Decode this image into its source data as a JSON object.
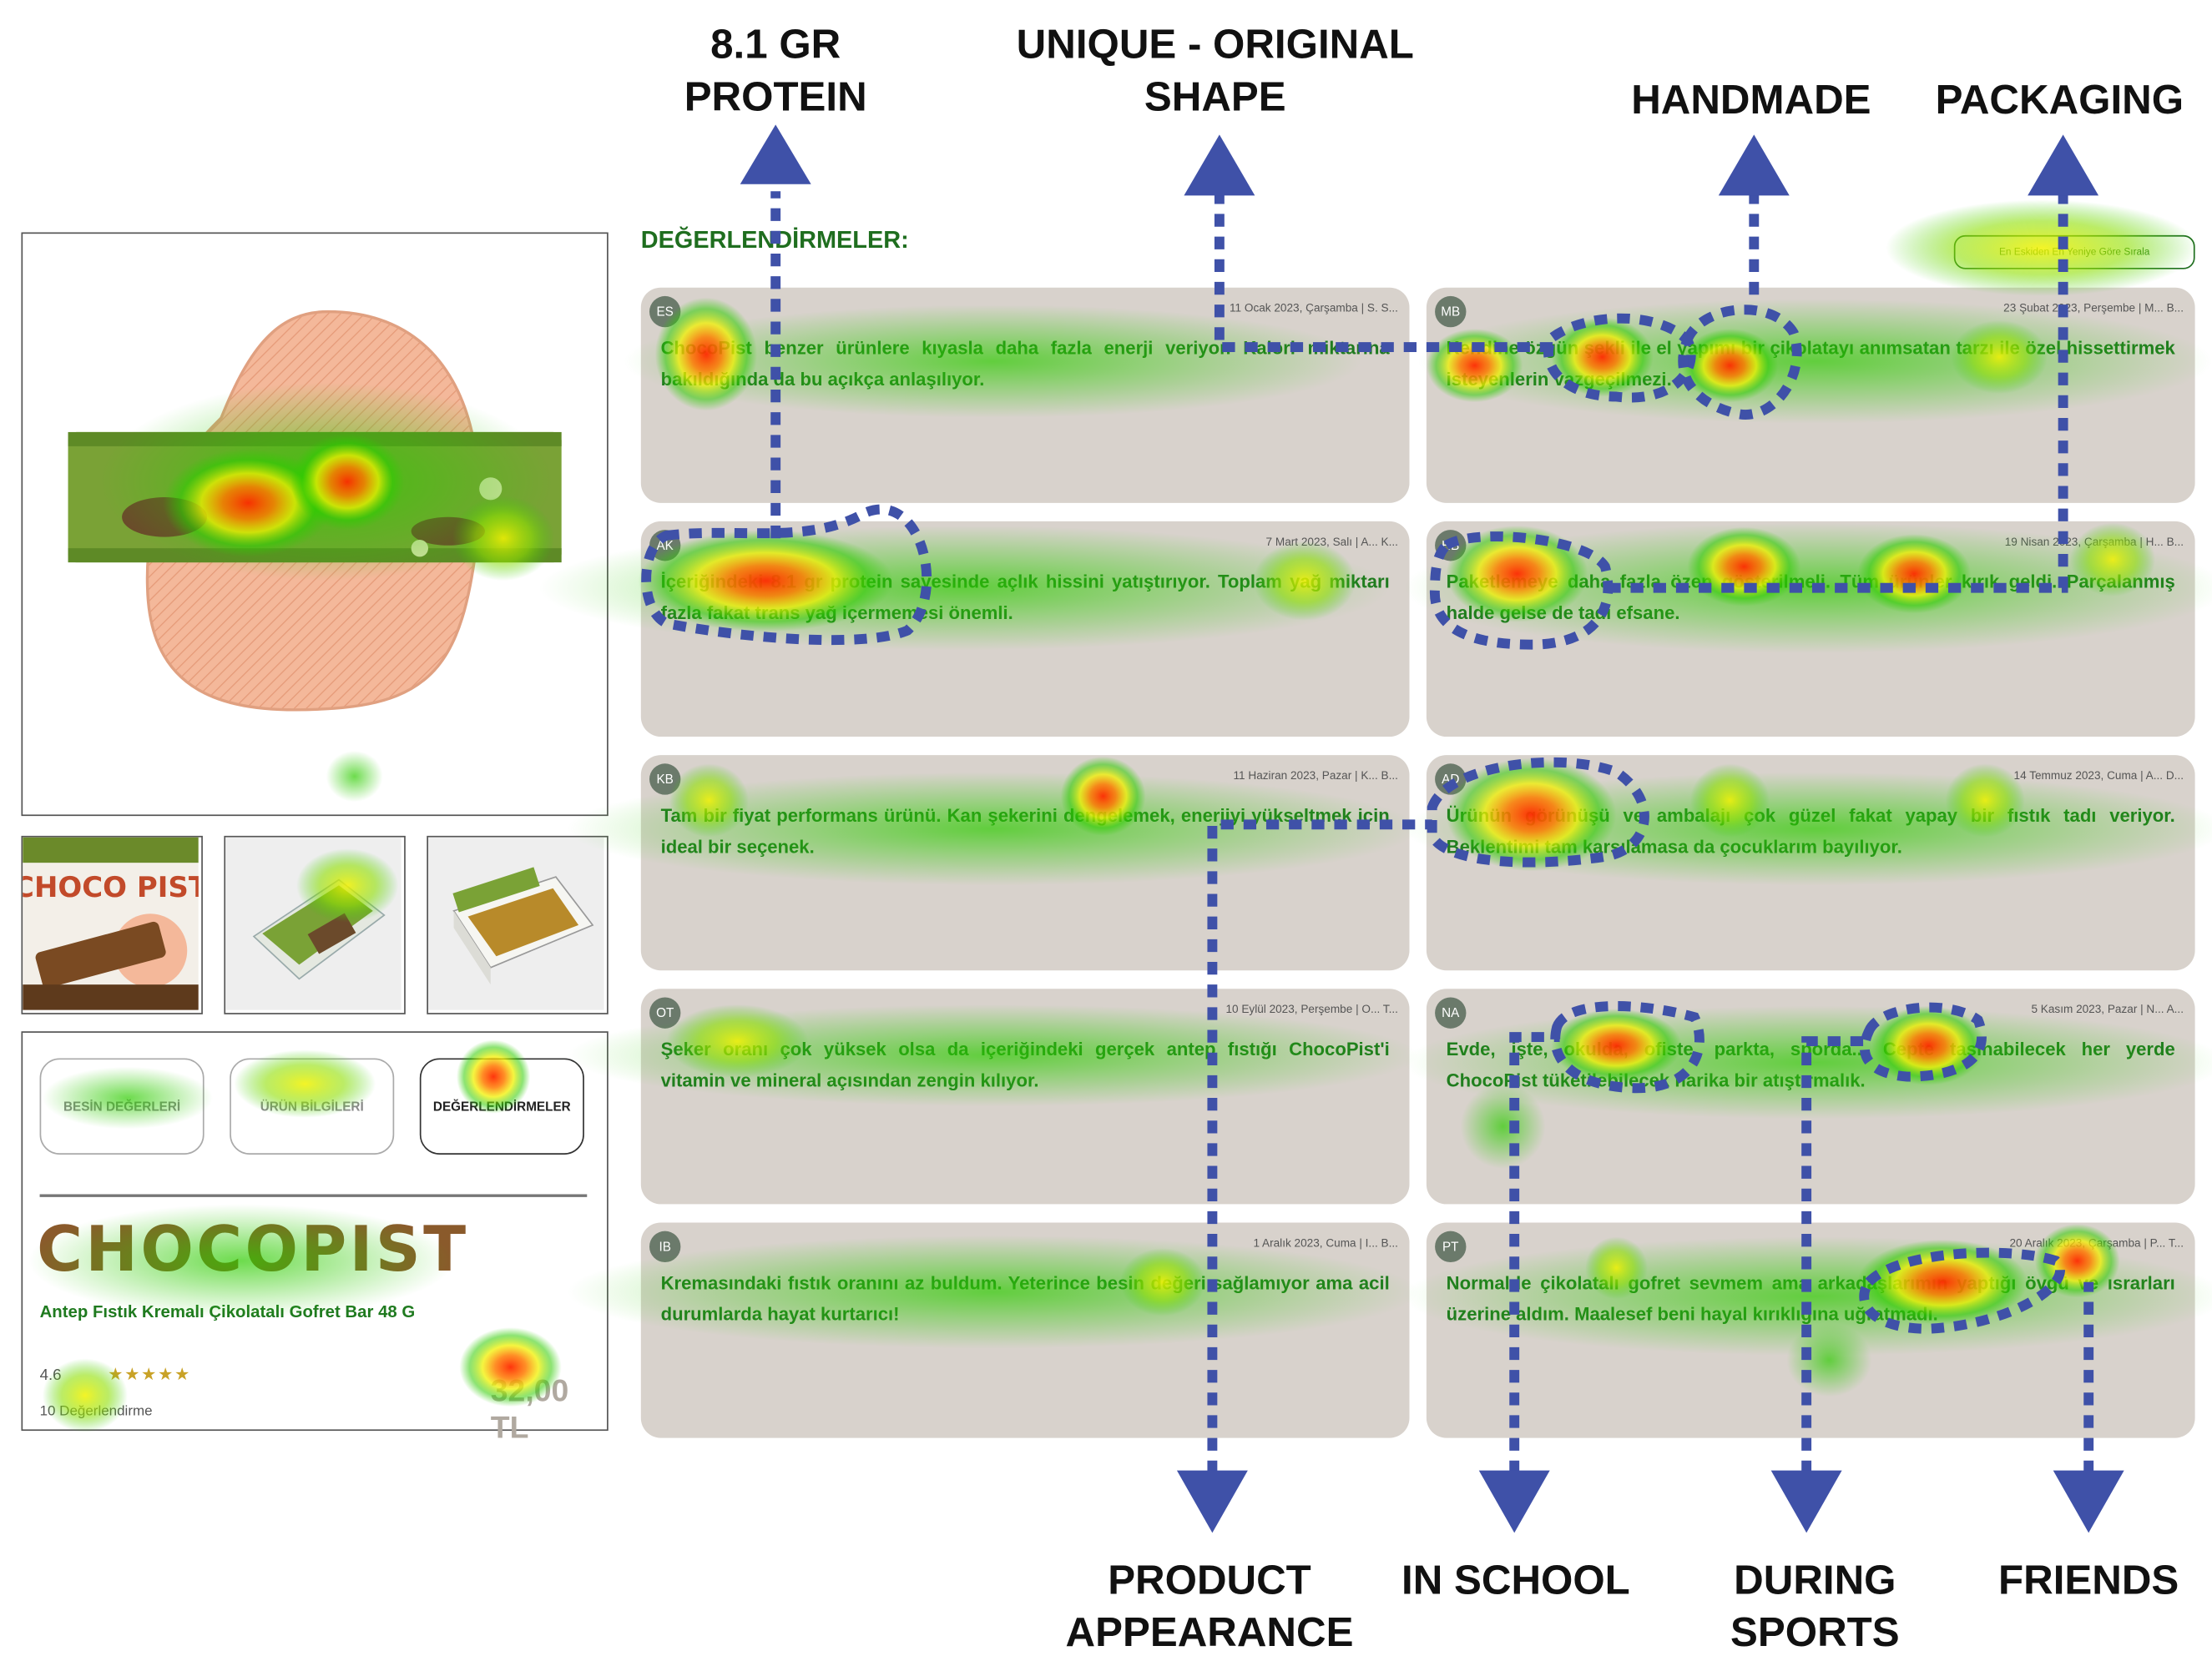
{
  "product": {
    "tabs": [
      "BESİN DEĞERLERİ",
      "ÜRÜN BİLGİLERİ",
      "DEĞERLENDİRMELER"
    ],
    "brand_name": "CHOCOPIST",
    "thumb_brand": "CHOCO PIST",
    "subtitle": "Antep Fıstık Kremalı Çikolatalı Gofret Bar 48 G",
    "rating": "4.6",
    "stars": "★★★★★",
    "reviews_count": "10 Değerlendirme",
    "price": "32,00 TL"
  },
  "reviews": {
    "heading": "DEĞERLENDİRMELER:",
    "sort_label": "En Eskiden En Yeniye Göre Sırala",
    "items": [
      {
        "initials": "ES",
        "meta": "11 Ocak 2023, Çarşamba | S. S...",
        "text": "ChocoPist benzer ürünlere kıyasla daha fazla enerji veriyor. Kalori miktarına bakıldığında da bu açıkça anlaşılıyor."
      },
      {
        "initials": "MB",
        "meta": "23 Şubat 2023, Perşembe | M... B...",
        "text": "Kendine özgün şekli ile el yapımı bir çikolatayı anımsatan tarzı ile özel hissettirmek isteyenlerin vazgeçilmezi."
      },
      {
        "initials": "AK",
        "meta": "7 Mart 2023, Salı | A... K...",
        "text": "İçeriğindeki 8.1 gr protein sayesinde açlık hissini yatıştırıyor. Toplam yağ miktarı fazla fakat trans yağ içermemesi önemli."
      },
      {
        "initials": "HB",
        "meta": "19 Nisan 2023, Çarşamba | H... B...",
        "text": "Paketlemeye daha fazla özen gösterilmeli. Tüm ürünler kırık geldi. Parçalanmış halde gelse de tadı efsane."
      },
      {
        "initials": "KB",
        "meta": "11 Haziran 2023, Pazar | K... B...",
        "text": "Tam bir fiyat performans ürünü. Kan şekerini dengelemek, enerjiyi yükseltmek için ideal bir seçenek."
      },
      {
        "initials": "AD",
        "meta": "14 Temmuz 2023, Cuma | A... D...",
        "text": "Ürünün görünüşü ve ambalajı çok güzel fakat yapay bir fıstık tadı veriyor. Beklentimi tam karşılamasa da çocuklarım bayılıyor."
      },
      {
        "initials": "OT",
        "meta": "10 Eylül 2023, Perşembe | O... T...",
        "text": "Şeker oranı çok yüksek olsa da içeriğindeki gerçek antep fıstığı ChocoPist'i vitamin ve mineral açısından zengin kılıyor."
      },
      {
        "initials": "NA",
        "meta": "5 Kasım 2023, Pazar | N... A...",
        "text": "Evde, işte, okulda, ofiste, parkta, sporda... Cepte taşınabilecek her yerde ChocoPist tüketilebilecek harika bir atıştırmalık."
      },
      {
        "initials": "IB",
        "meta": "1 Aralık 2023, Cuma | I... B...",
        "text": "Kremasındaki fıstık oranını az buldum. Yeterince besin değeri sağlamıyor ama acil durumlarda hayat kurtarıcı!"
      },
      {
        "initials": "PT",
        "meta": "20 Aralık 2023, Çarşamba | P... T...",
        "text": "Normalde çikolatalı gofret sevmem ama arkadaşlarımın yaptığı övgü ve ısrarları üzerine aldım. Maalesef beni hayal kırıklığına uğratmadı."
      }
    ]
  },
  "callouts": {
    "protein": "8.1 GR\nPROTEIN",
    "shape": "UNIQUE - ORIGINAL\nSHAPE",
    "handmade": "HANDMADE",
    "packaging": "PACKAGING",
    "appearance": "PRODUCT\nAPPEARANCE",
    "school": "IN SCHOOL",
    "sports": "DURING\nSPORTS",
    "friends": "FRIENDS"
  },
  "colors": {
    "arrow": "#3f51a8",
    "review_text": "#1f7a1f",
    "card_bg": "#d8d2cc",
    "heat_low": "#2ecc00",
    "heat_mid": "#f2f200",
    "heat_high": "#ff2a00"
  }
}
